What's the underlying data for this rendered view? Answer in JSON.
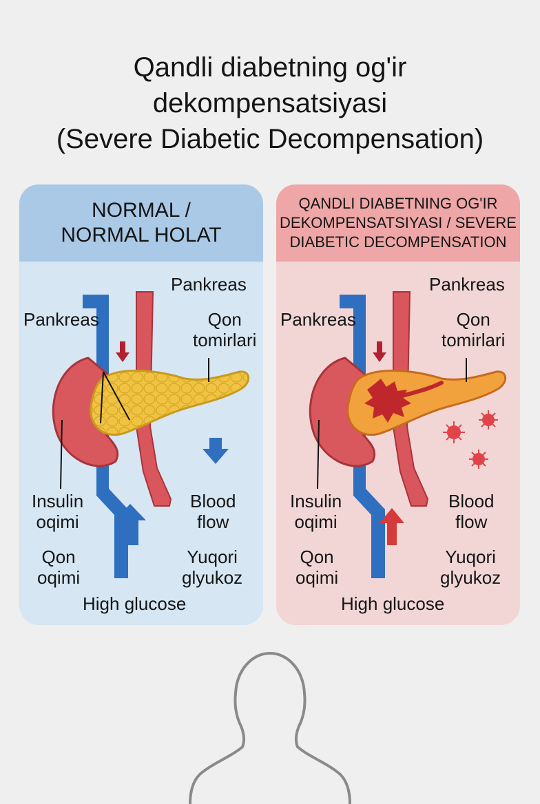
{
  "title": {
    "line1": "Qandli diabetning og'ir",
    "line2": "dekompensatsiyasi",
    "line3": "(Severe Diabetic Decompensation)"
  },
  "normal": {
    "header_line1": "NORMAL /",
    "header_line2": "NORMAL HOLAT",
    "pankreas_top": "Pankreas",
    "pankreas_left": "Pankreas",
    "qon_tomirlari_1": "Qon",
    "qon_tomirlari_2": "tomirlari",
    "insulin_1": "Insulin",
    "insulin_2": "oqimi",
    "blood_flow_1": "Blood",
    "blood_flow_2": "flow",
    "qon_oqimi_1": "Qon",
    "qon_oqimi_2": "oqimi",
    "yuqori_1": "Yuqori",
    "yuqori_2": "glyukoz",
    "high_glucose": "High glucose"
  },
  "severe": {
    "header_line1": "QANDLI DIABETNING OG'IR",
    "header_line2": "DEKOMPENSATSIYASI / SEVERE",
    "header_line3": "DIABETIC DECOMPENSATION",
    "pankreas_top": "Pankreas",
    "pankreas_left": "Pankreas",
    "qon_tomirlari_1": "Qon",
    "qon_tomirlari_2": "tomirlari",
    "insulin_1": "Insulin",
    "insulin_2": "oqimi",
    "blood_flow_1": "Blood",
    "blood_flow_2": "flow",
    "qon_oqimi_1": "Qon",
    "qon_oqimi_2": "oqimi",
    "yuqori_1": "Yuqori",
    "yuqori_2": "glyukoz",
    "high_glucose": "High glucose"
  },
  "colors": {
    "normal_header": "#a9c9e6",
    "normal_body": "#d6e6f3",
    "severe_header": "#eea6a6",
    "severe_body": "#f2d6d6",
    "vein": "#2f6fc0",
    "artery": "#d9565c",
    "pancreas_healthy": "#f0c342",
    "pancreas_inflamed": "#f2a23c",
    "arrow_normal": "#2f6fc0",
    "arrow_severe": "#d63b3b"
  },
  "icons": [
    "down-arrow-icon",
    "up-arrow-icon",
    "virus-icon",
    "person-silhouette-icon"
  ]
}
